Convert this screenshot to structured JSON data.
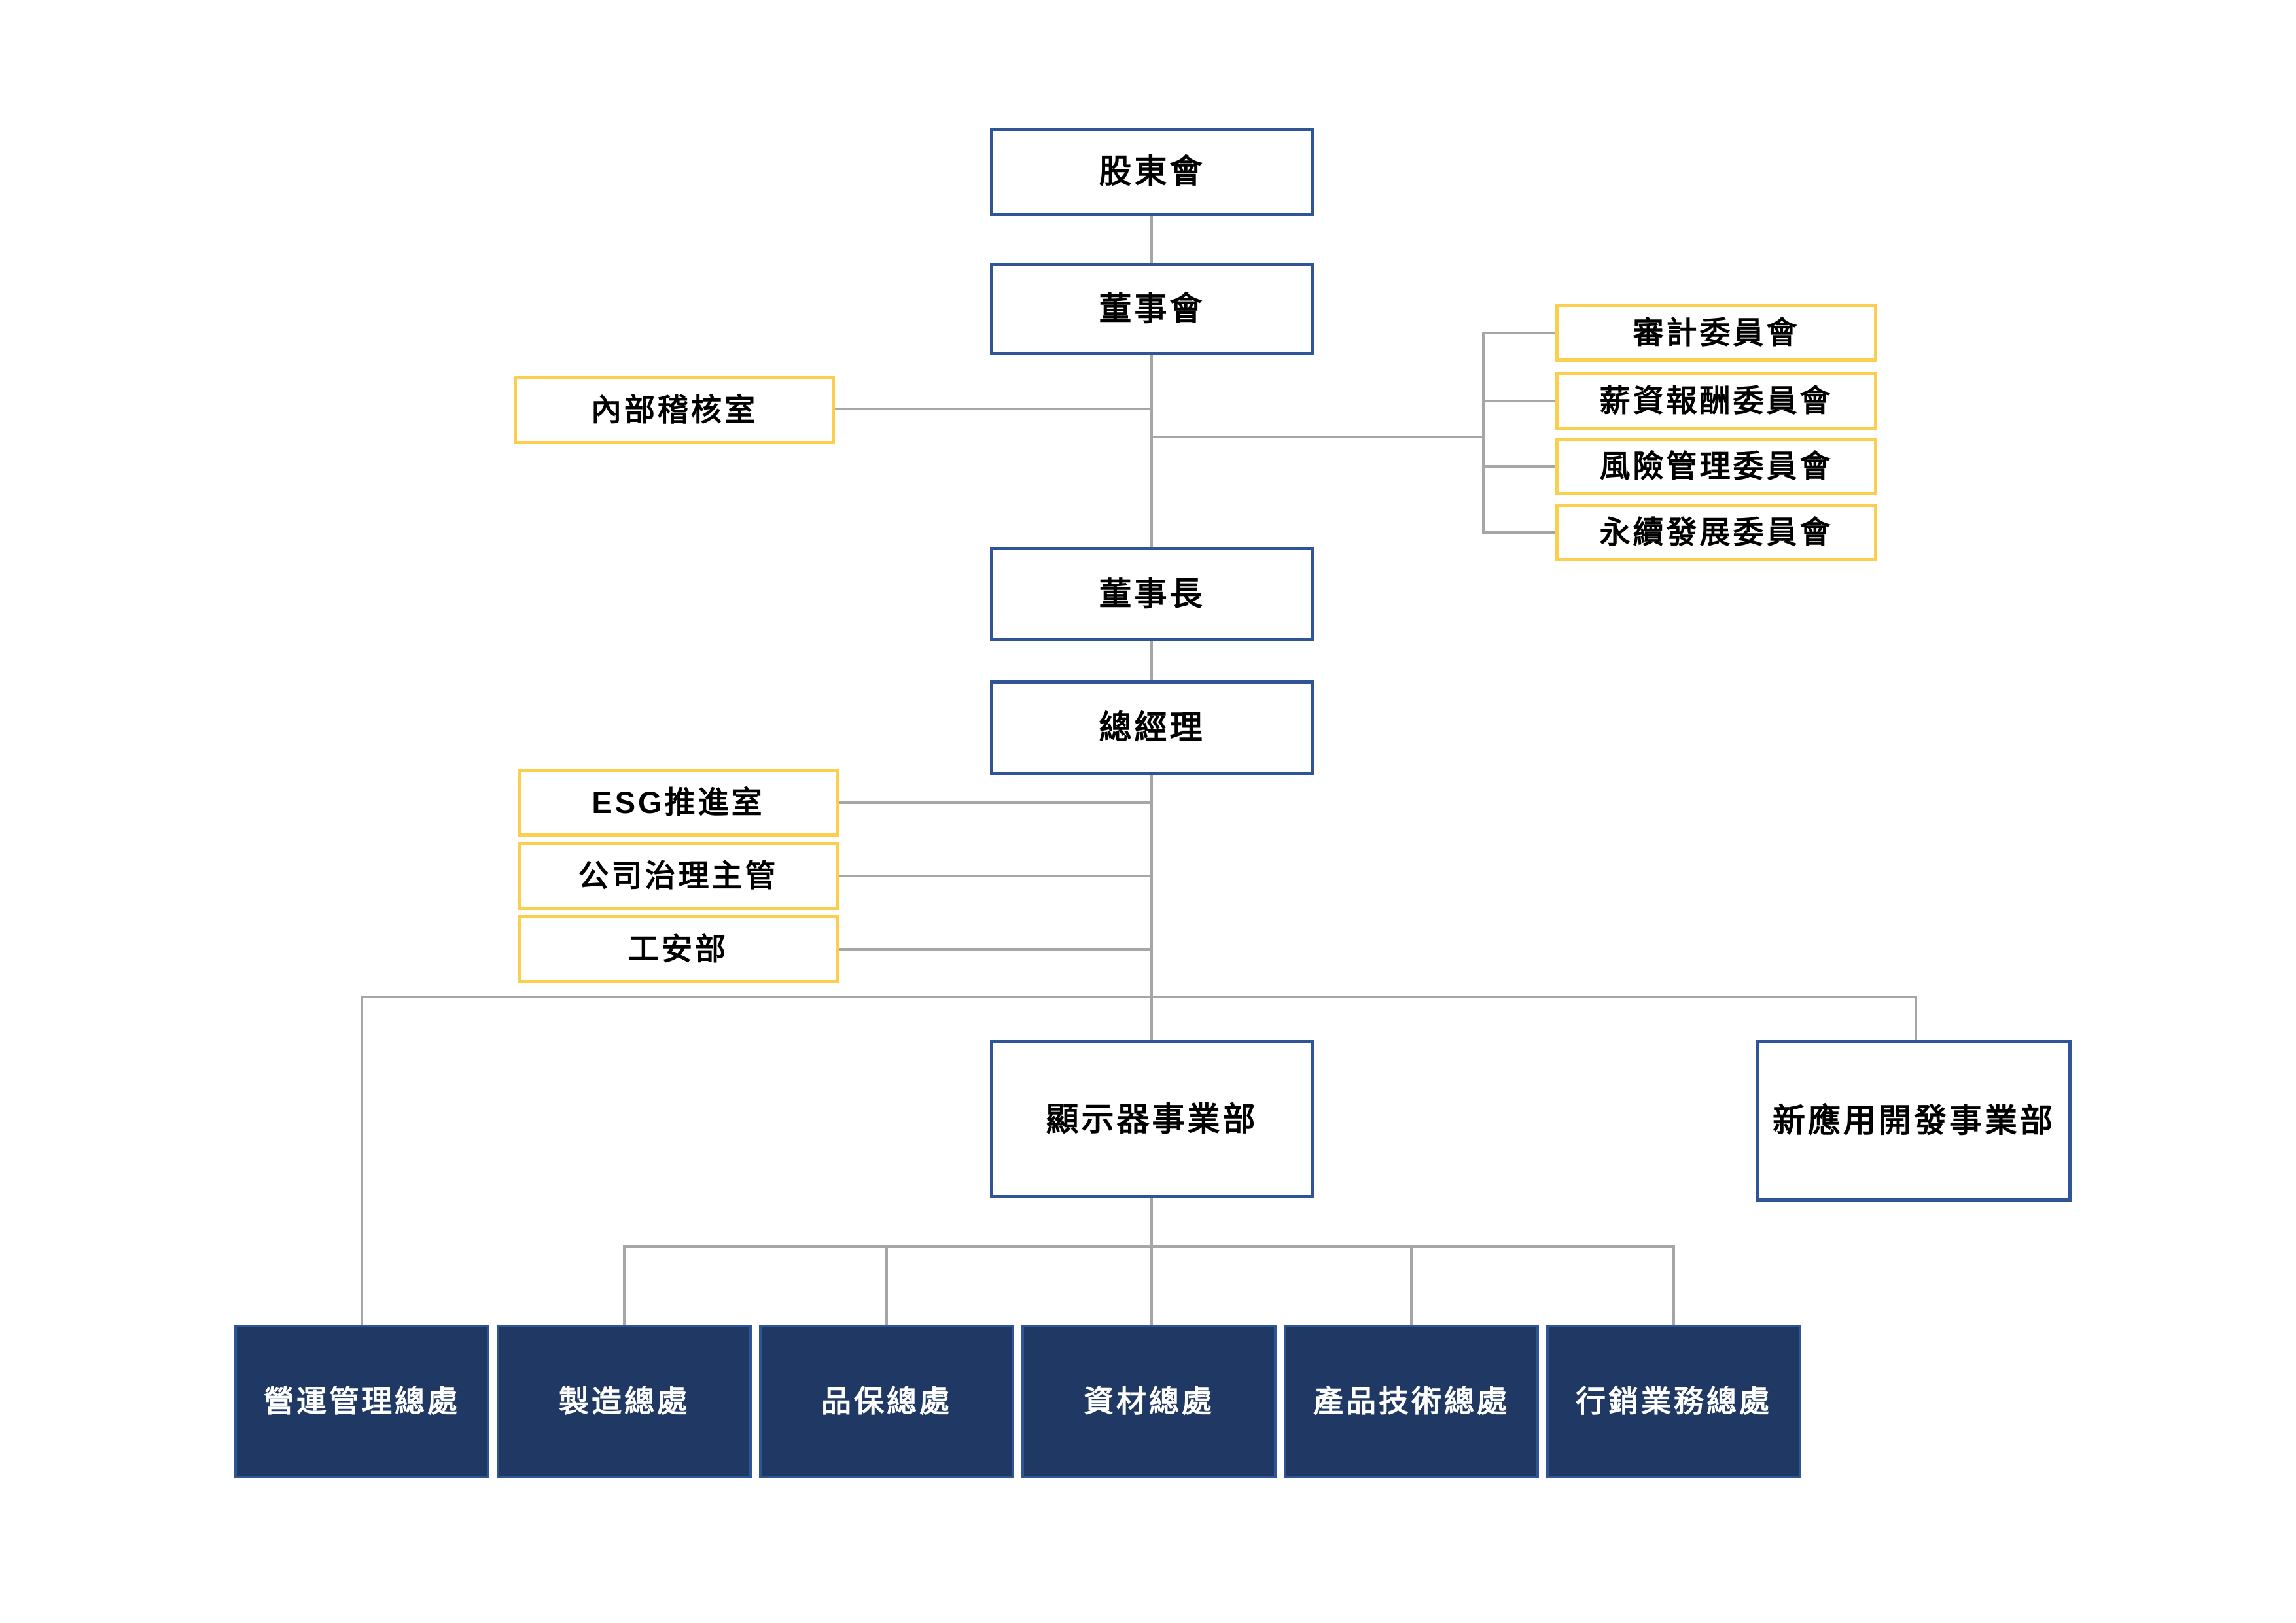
{
  "org_chart": {
    "nodes": {
      "shareholders": "股東會",
      "board": "董事會",
      "internal_audit": "內部稽核室",
      "audit_committee": "審計委員會",
      "compensation_committee": "薪資報酬委員會",
      "risk_committee": "風險管理委員會",
      "sustainability_committee": "永續發展委員會",
      "chairman": "董事長",
      "president": "總經理",
      "esg_office": "ESG推進室",
      "governance_officer": "公司治理主管",
      "safety_dept": "工安部",
      "display_bu": "顯示器事業部",
      "new_app_bu": "新應用開發事業部",
      "operations_div": "營運管理總處",
      "manufacturing_div": "製造總處",
      "qa_div": "品保總處",
      "materials_div": "資材總處",
      "product_tech_div": "產品技術總處",
      "marketing_div": "行銷業務總處"
    },
    "edges": [
      [
        "shareholders",
        "board"
      ],
      [
        "board",
        "internal_audit"
      ],
      [
        "board",
        "audit_committee"
      ],
      [
        "board",
        "compensation_committee"
      ],
      [
        "board",
        "risk_committee"
      ],
      [
        "board",
        "sustainability_committee"
      ],
      [
        "board",
        "chairman"
      ],
      [
        "chairman",
        "president"
      ],
      [
        "president",
        "esg_office"
      ],
      [
        "president",
        "governance_officer"
      ],
      [
        "president",
        "safety_dept"
      ],
      [
        "president",
        "operations_div"
      ],
      [
        "president",
        "display_bu"
      ],
      [
        "president",
        "new_app_bu"
      ],
      [
        "display_bu",
        "manufacturing_div"
      ],
      [
        "display_bu",
        "qa_div"
      ],
      [
        "display_bu",
        "materials_div"
      ],
      [
        "display_bu",
        "product_tech_div"
      ],
      [
        "display_bu",
        "marketing_div"
      ]
    ],
    "colors": {
      "blue_border": "#2F5597",
      "yellow_border": "#FBCE4D",
      "navy_fill": "#1F3864",
      "navy_border": "#2E5596",
      "connector_gray": "#A6A6A6",
      "text_black": "#000000",
      "text_white": "#FFFFFF",
      "box_fill": "#FFFFFF",
      "background": "#FFFFFF"
    }
  }
}
